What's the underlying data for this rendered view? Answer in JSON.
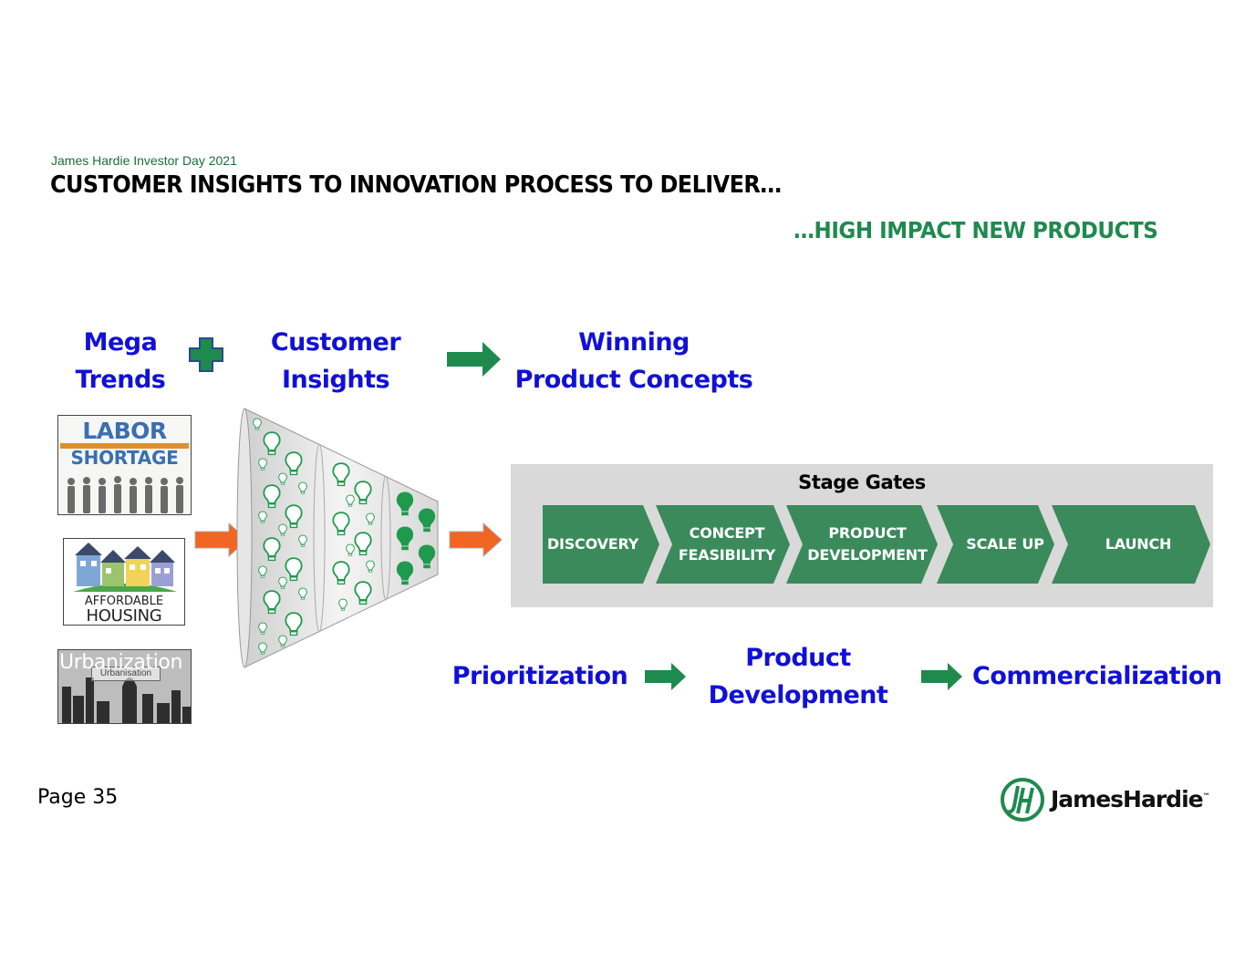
{
  "header": {
    "eyebrow": "James Hardie Investor Day 2021",
    "title": "CUSTOMER INSIGHTS TO INNOVATION PROCESS TO DELIVER…",
    "subtitle": "…HIGH IMPACT NEW PRODUCTS"
  },
  "top_row": {
    "mega_trends": [
      "Mega",
      "Trends"
    ],
    "customer_insights": [
      "Customer",
      "Insights"
    ],
    "winning_concepts": [
      "Winning",
      "Product Concepts"
    ]
  },
  "trends": {
    "labor": {
      "line1": "LABOR",
      "line2": "SHORTAGE"
    },
    "housing": {
      "line1": "AFFORDABLE",
      "line2": "HOUSING"
    },
    "urbanization": {
      "label": "Urbanization",
      "bubble": "Urbanisation"
    }
  },
  "stage_gates": {
    "title": "Stage Gates",
    "stages": [
      {
        "l1": "DISCOVERY",
        "l2": ""
      },
      {
        "l1": "CONCEPT",
        "l2": "FEASIBILITY"
      },
      {
        "l1": "PRODUCT",
        "l2": "DEVELOPMENT"
      },
      {
        "l1": "SCALE UP",
        "l2": ""
      },
      {
        "l1": "LAUNCH",
        "l2": ""
      }
    ]
  },
  "bottom_row": {
    "prioritization": "Prioritization",
    "product_development": [
      "Product",
      "Development"
    ],
    "commercialization": "Commercialization"
  },
  "footer": {
    "page": "Page 35",
    "logo": "JamesHardie",
    "trademark": "™"
  },
  "colors": {
    "green_accent": "#1f8a4d",
    "chevron_green": "#3a8a5c",
    "blue_text": "#1010d8",
    "orange_arrow": "#f26522"
  }
}
